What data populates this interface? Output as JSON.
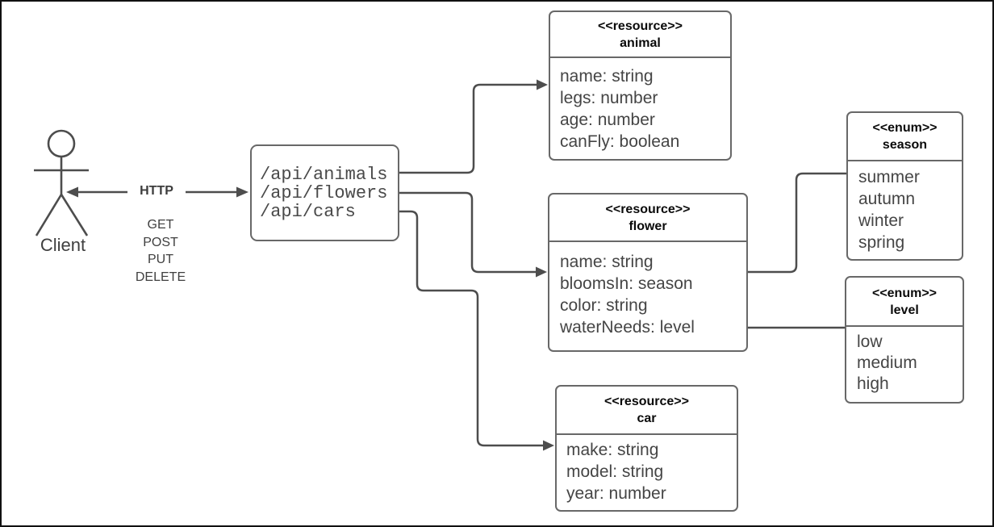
{
  "client": {
    "label": "Client"
  },
  "http": {
    "label": "HTTP",
    "methods": [
      "GET",
      "POST",
      "PUT",
      "DELETE"
    ]
  },
  "api": {
    "endpoints": [
      "/api/animals",
      "/api/flowers",
      "/api/cars"
    ]
  },
  "resources": [
    {
      "stereotype": "<<resource>>",
      "name": "animal",
      "fields": [
        "name: string",
        "legs: number",
        "age: number",
        "canFly: boolean"
      ]
    },
    {
      "stereotype": "<<resource>>",
      "name": "flower",
      "fields": [
        "name: string",
        "bloomsIn: season",
        "color: string",
        "waterNeeds: level"
      ]
    },
    {
      "stereotype": "<<resource>>",
      "name": "car",
      "fields": [
        "make: string",
        "model: string",
        "year: number"
      ]
    }
  ],
  "enums": [
    {
      "stereotype": "<<enum>>",
      "name": "season",
      "values": [
        "summer",
        "autumn",
        "winter",
        "spring"
      ]
    },
    {
      "stereotype": "<<enum>>",
      "name": "level",
      "values": [
        "low",
        "medium",
        "high"
      ]
    }
  ],
  "colors": {
    "line": "#4d4d4d",
    "box_border": "#686868",
    "field_text": "#454545",
    "header_text": "#0a0a0a",
    "background": "#ffffff",
    "outer_border": "#111111"
  }
}
